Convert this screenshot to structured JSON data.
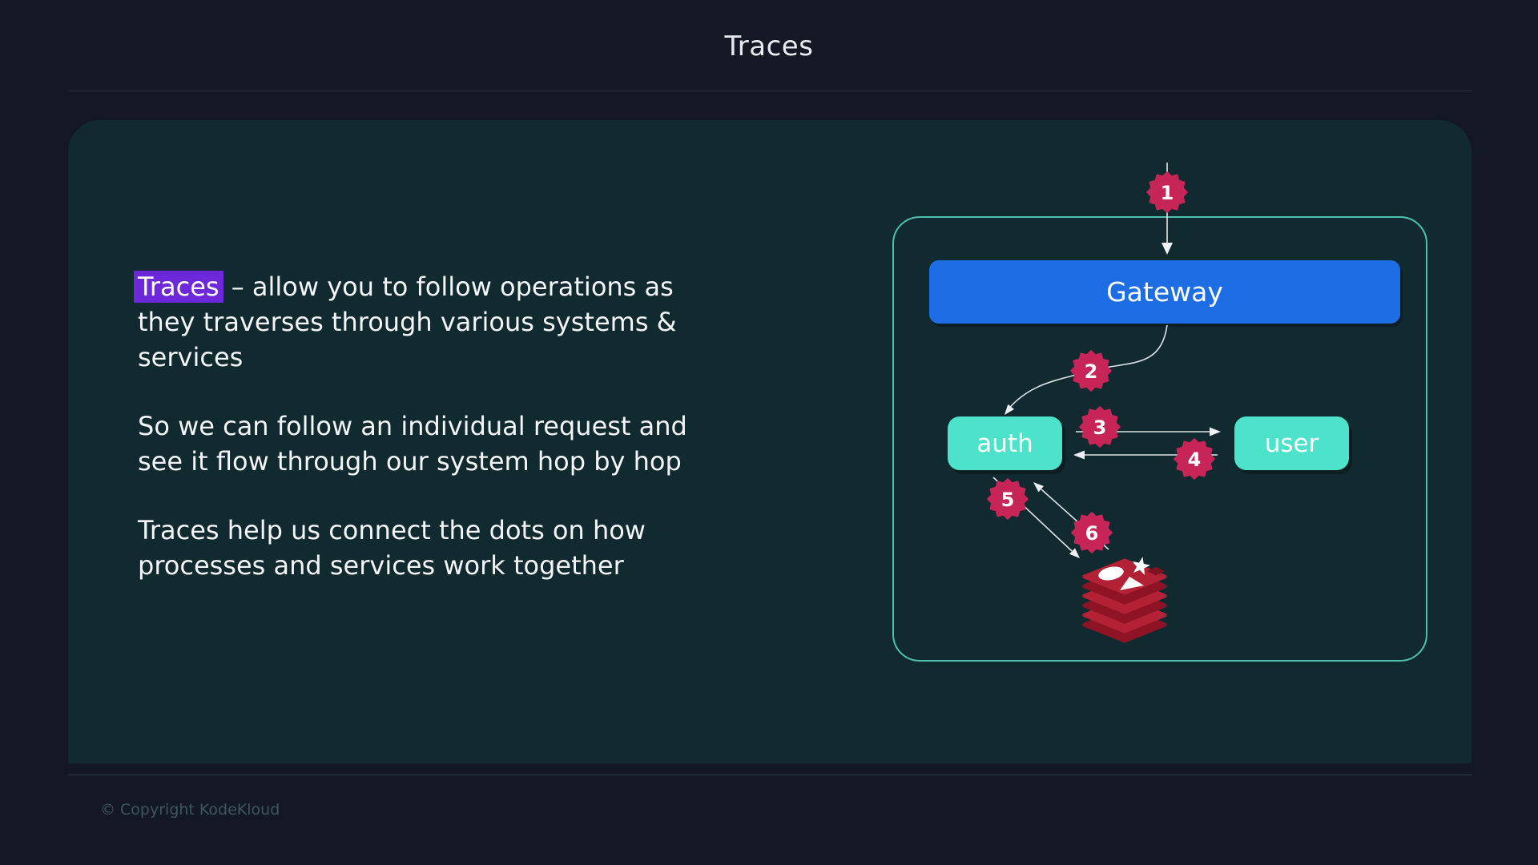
{
  "slide": {
    "title": "Traces",
    "footer_copyright": "© Copyright KodeKloud"
  },
  "content": {
    "p1_highlight": "Traces",
    "p1_rest": " – allow you to follow operations as\nthey traverses through various systems &\nservices",
    "p2": "So we can follow an individual request and\nsee it flow through our system hop by hop",
    "p3": "Traces help us connect the dots on how\nprocesses and services work together"
  },
  "diagram": {
    "gateway_label": "Gateway",
    "auth_label": "auth",
    "user_label": "user",
    "datastore_icon": "redis-database-icon",
    "badges": [
      {
        "label": "1"
      },
      {
        "label": "2"
      },
      {
        "label": "3"
      },
      {
        "label": "4"
      },
      {
        "label": "5"
      },
      {
        "label": "6"
      }
    ]
  },
  "colors": {
    "page_background": "#141824",
    "card_background": "#112a2f",
    "highlight_purple": "#6d28d9",
    "gateway_blue": "#1d6ee4",
    "service_teal": "#4de3cb",
    "badge_crimson": "#c72458",
    "frame_border_teal": "#4fbfae",
    "redis_red_top": "#b32134",
    "redis_red_side": "#8e1425"
  }
}
